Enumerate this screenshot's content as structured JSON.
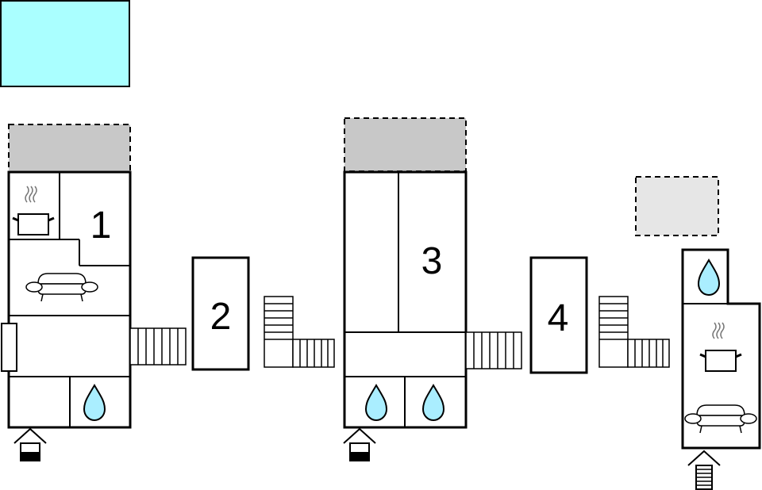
{
  "floor_plan": {
    "rooms": [
      {
        "number": "1"
      },
      {
        "number": "2"
      },
      {
        "number": "3"
      },
      {
        "number": "4"
      }
    ],
    "colors": {
      "pool": "#aaffff",
      "water_drop": "#aaeeff",
      "terrace": "#c8c8c8",
      "terrace_light": "#e6e6e6",
      "wall": "#000000"
    },
    "icons": [
      "pool",
      "terrace",
      "kitchen-pot-icon",
      "sofa-icon",
      "water-drop-icon",
      "stairs-icon",
      "entrance-arrow-icon"
    ]
  }
}
